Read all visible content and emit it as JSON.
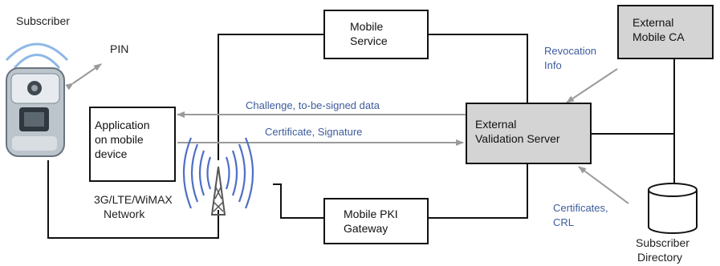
{
  "labels": {
    "subscriber": "Subscriber",
    "pin": "PIN",
    "network_line1": "3G/LTE/WiMAX",
    "network_line2": "Network",
    "subscriber_directory_line1": "Subscriber",
    "subscriber_directory_line2": "Directory"
  },
  "boxes": {
    "mobile_service": [
      "Mobile",
      "Service"
    ],
    "mobile_pki_gateway": [
      "Mobile PKI",
      "Gateway"
    ],
    "external_mobile_ca": [
      "External",
      "Mobile CA"
    ],
    "external_validation_server": [
      "External",
      "Validation Server"
    ],
    "application": [
      "Application",
      "on mobile",
      "device"
    ]
  },
  "arrows": {
    "challenge": "Challenge, to-be-signed data",
    "certificate_signature": "Certificate, Signature",
    "revocation_info": [
      "Revocation",
      "Info"
    ],
    "certificates_crl": [
      "Certificates,",
      "CRL"
    ]
  },
  "colors": {
    "line": "#111111",
    "arrow": "#9a9a9a",
    "label_blue": "#3d5c9c",
    "gray_box": "#d4d4d4",
    "antenna": "#4f6fc4"
  }
}
